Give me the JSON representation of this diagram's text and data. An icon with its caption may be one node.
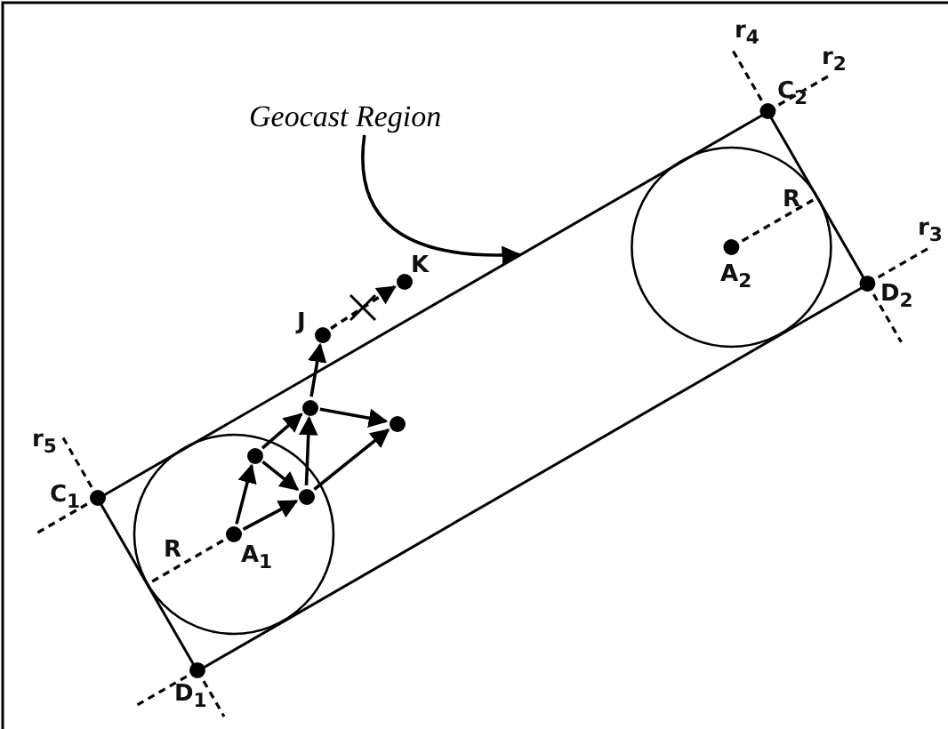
{
  "diagram": {
    "nodes": [
      {
        "text": [
          "Geocast Region"
        ]
      },
      {
        "text": [],
        "shape": "box"
      },
      {
        "text": [
          "A$_{1}$"
        ],
        "in": 1
      },
      {
        "text": [],
        "shape": "circle",
        "in": 1
      },
      {
        "text": [],
        "shape": "circle",
        "in": 1
      },
      {
        "text": [],
        "shape": "circle",
        "in": 1
      },
      {
        "text": [],
        "shape": "circle",
        "in": 1
      },
      {
        "text": [
          "J"
        ]
      },
      {
        "text": [
          "K"
        ]
      }
    ],
    "edges": [
      {
        "from": 0,
        "to": 1,
        "arrow": "to"
      },
      {
        "from": 2,
        "to": 3,
        "arrow": "to"
      },
      {
        "from": 2,
        "to": 4,
        "arrow": "to"
      },
      {
        "from": 3,
        "to": 4,
        "arrow": "to"
      },
      {
        "from": 3,
        "to": 5,
        "arrow": "to"
      },
      {
        "from": 4,
        "to": 5,
        "arrow": "to"
      },
      {
        "from": 4,
        "to": 6,
        "arrow": "to"
      },
      {
        "from": 5,
        "to": 6,
        "arrow": "to"
      },
      {
        "from": 5,
        "to": 7,
        "arrow": "to"
      },
      {
        "from": 7,
        "to": 8,
        "arrow": "to",
        "style": "dashed"
      }
    ],
    "labels": [
      "r$_{4}$",
      "C$_{2}$",
      "r$_{2}$",
      "R",
      "r$_{3}$",
      "A$_{2}$",
      "D$_{2}$",
      "r$_{5}$",
      "C$_{1}$",
      "R",
      "D$_{1}$"
    ]
  }
}
